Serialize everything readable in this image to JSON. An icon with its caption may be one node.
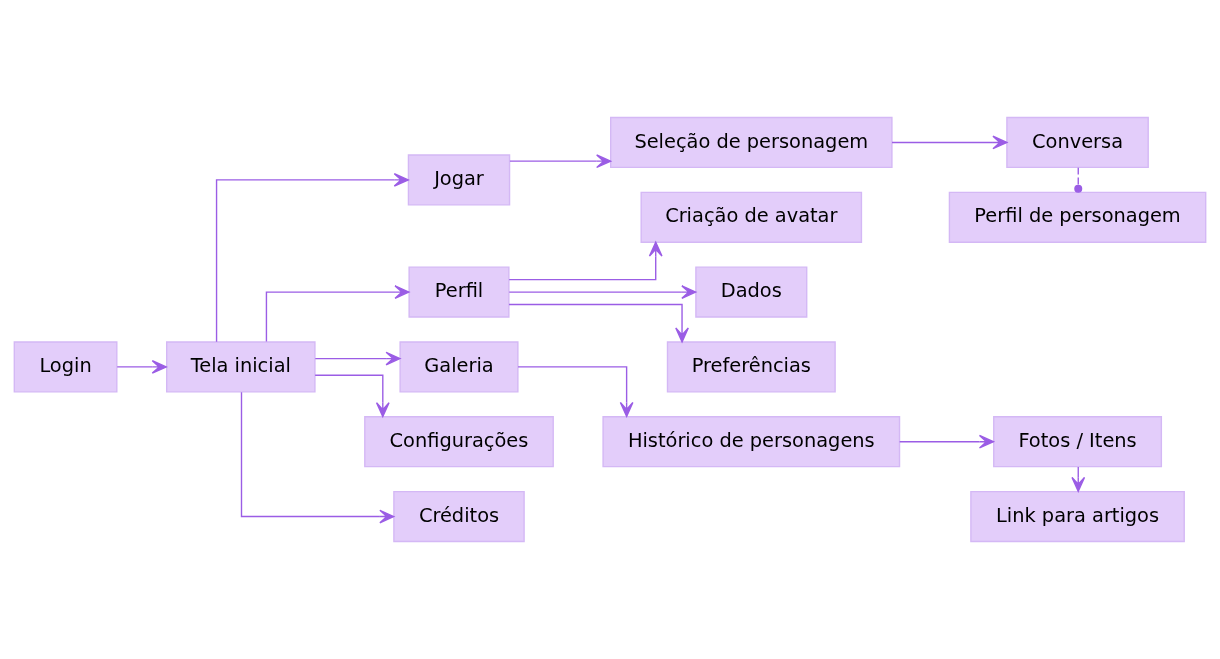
{
  "diagram": {
    "nodes": [
      {
        "text": [
          "Login"
        ]
      },
      {
        "text": [
          "Tela inicial"
        ]
      },
      {
        "text": [
          "Jogar"
        ]
      },
      {
        "text": [
          "Perfil"
        ]
      },
      {
        "text": [
          "Galeria"
        ]
      },
      {
        "text": [
          "Configurações"
        ]
      },
      {
        "text": [
          "Créditos"
        ]
      },
      {
        "text": [
          "Seleção de personagem"
        ]
      },
      {
        "text": [
          "Conversa"
        ]
      },
      {
        "text": [
          "Perfil de personagem"
        ]
      },
      {
        "text": [
          "Criação de avatar"
        ]
      },
      {
        "text": [
          "Dados"
        ]
      },
      {
        "text": [
          "Preferências"
        ]
      },
      {
        "text": [
          "Histórico de personagens"
        ]
      },
      {
        "text": [
          "Fotos / Itens"
        ]
      },
      {
        "text": [
          "Link para artigos"
        ]
      }
    ],
    "edges": [
      {
        "from": 0,
        "to": 1,
        "arrow": "to"
      },
      {
        "from": 1,
        "to": 2,
        "arrow": "to"
      },
      {
        "from": 1,
        "to": 3,
        "arrow": "to"
      },
      {
        "from": 1,
        "to": 4,
        "arrow": "to"
      },
      {
        "from": 1,
        "to": 5,
        "arrow": "to"
      },
      {
        "from": 1,
        "to": 6,
        "arrow": "to"
      },
      {
        "from": 2,
        "to": 7,
        "arrow": "to"
      },
      {
        "from": 7,
        "to": 8,
        "arrow": "to"
      },
      {
        "from": 8,
        "to": 9,
        "arrow": "other",
        "style": "dashed"
      },
      {
        "from": 3,
        "to": 10,
        "arrow": "to"
      },
      {
        "from": 3,
        "to": 11,
        "arrow": "to"
      },
      {
        "from": 3,
        "to": 12,
        "arrow": "to"
      },
      {
        "from": 4,
        "to": 13,
        "arrow": "to"
      },
      {
        "from": 13,
        "to": 14,
        "arrow": "to"
      },
      {
        "from": 14,
        "to": 15,
        "arrow": "to"
      }
    ]
  }
}
